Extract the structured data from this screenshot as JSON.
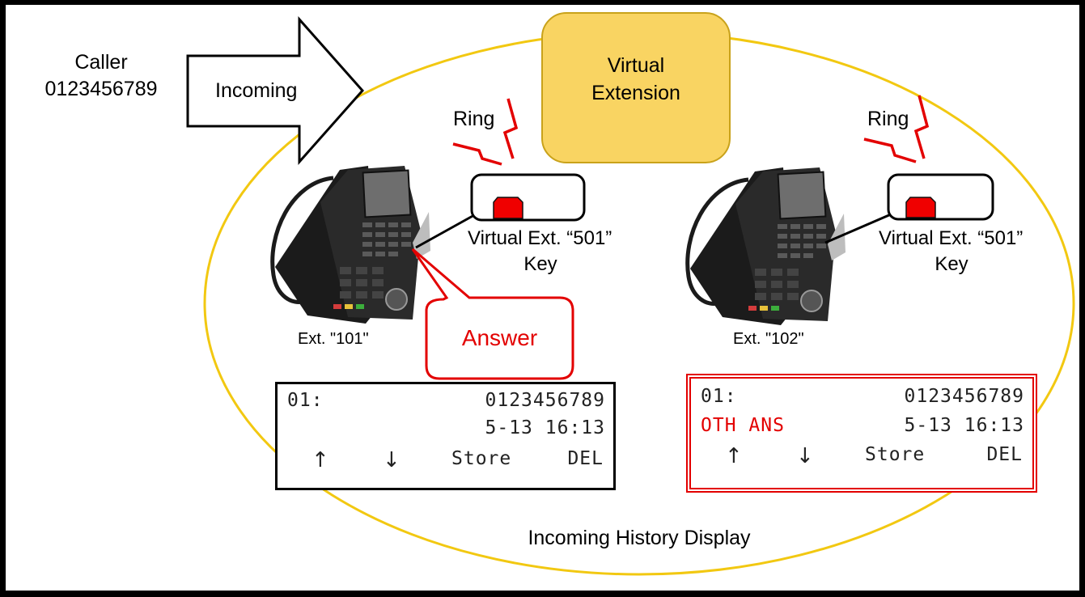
{
  "caller": {
    "label": "Caller",
    "number": "0123456789"
  },
  "incoming_arrow": {
    "label": "Incoming"
  },
  "virtual_extension": {
    "line1": "Virtual",
    "line2": "Extension"
  },
  "phone_left": {
    "ring_label": "Ring",
    "key_label_line1": "Virtual Ext. “501”",
    "key_label_line2": "Key",
    "ext_label": "Ext. \"101\"",
    "answer_label": "Answer"
  },
  "phone_right": {
    "ring_label": "Ring",
    "key_label_line1": "Virtual Ext. “501”",
    "key_label_line2": "Key",
    "ext_label": "Ext. \"102\""
  },
  "display_left": {
    "index": "01:",
    "number": "0123456789",
    "status": "",
    "datetime": "5-13 16:13",
    "up": "↑",
    "down": "↓",
    "store": "Store",
    "del": "DEL"
  },
  "display_right": {
    "index": "01:",
    "number": "0123456789",
    "status": "OTH ANS",
    "datetime": "5-13 16:13",
    "up": "↑",
    "down": "↓",
    "store": "Store",
    "del": "DEL"
  },
  "caption": "Incoming History Display",
  "colors": {
    "ellipse": "#f2c811",
    "virtual_box": "#f9d462",
    "accent_red": "#e30000",
    "phone_body": "#1b1b1b"
  },
  "icons": [
    "desk-phone-icon",
    "lightning-ring-icon",
    "line-key-icon"
  ]
}
